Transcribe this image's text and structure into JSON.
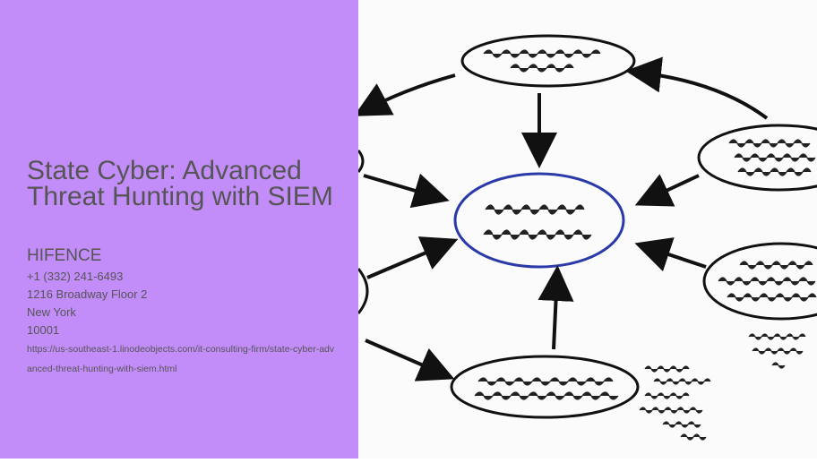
{
  "title": "State Cyber: Advanced Threat Hunting with SIEM",
  "company": "HIFENCE",
  "phone": "+1 (332) 241-6493",
  "address_line": "1216 Broadway Floor 2",
  "city": "New York",
  "zip": "10001",
  "url": "https://us-southeast-1.linodeobjects.com/it-consulting-firm/state-cyber-advanced-threat-hunting-with-siem.html",
  "colors": {
    "panel": "#c38df9",
    "text": "#555555",
    "center_oval": "#2a3aa8"
  }
}
